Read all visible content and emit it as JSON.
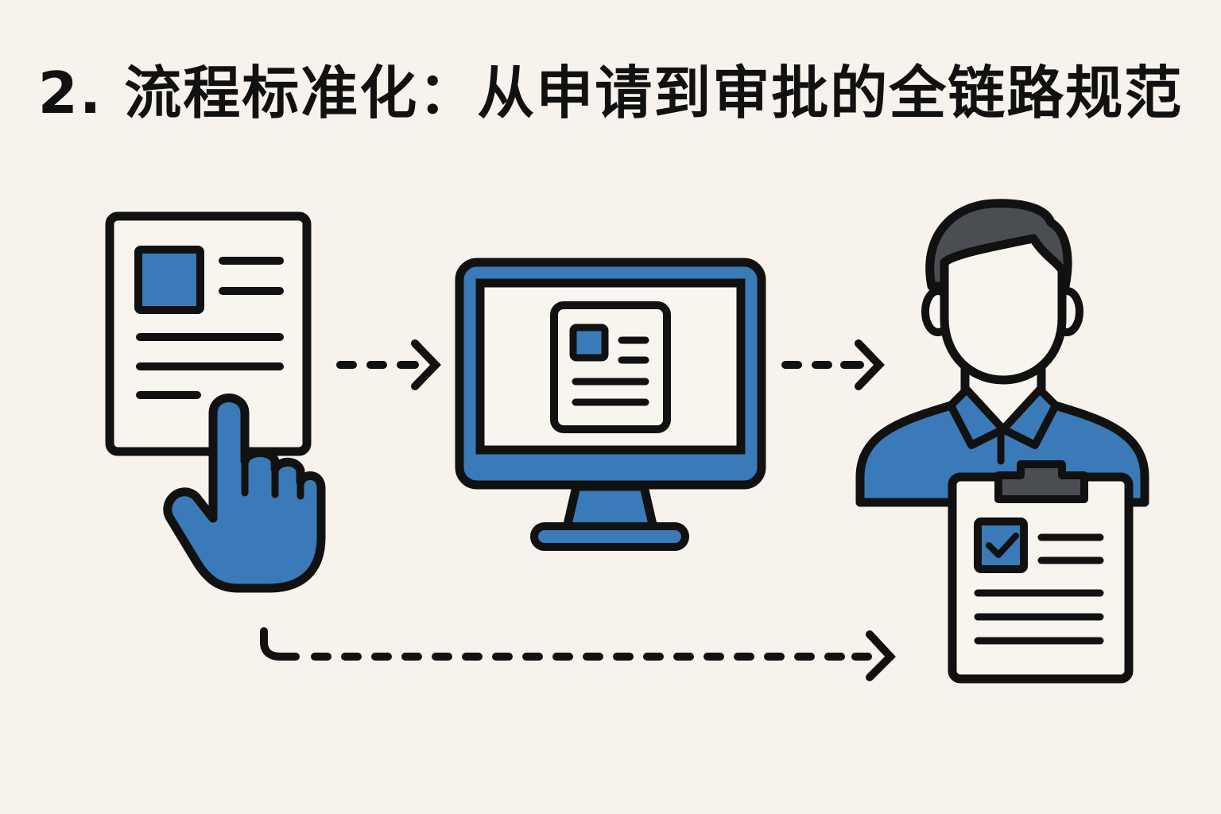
{
  "title": "2. 流程标准化：从申请到审批的全链路规范",
  "colors": {
    "background": "#f7f3ec",
    "outline": "#111111",
    "accent_blue": "#3a7ab8",
    "hair_gray": "#4a4d52",
    "paper": "#f8f5ef"
  },
  "diagram": {
    "steps": [
      {
        "id": "apply",
        "icon": "document-with-pointing-hand-icon",
        "meaning": "申请 (submit application)"
      },
      {
        "id": "system",
        "icon": "computer-monitor-with-form-icon",
        "meaning": "system processing"
      },
      {
        "id": "approve",
        "icon": "approver-person-with-checklist-clipboard-icon",
        "meaning": "审批 (approval)"
      }
    ],
    "connectors": [
      {
        "from": "apply",
        "to": "system",
        "style": "dashed-arrow"
      },
      {
        "from": "system",
        "to": "approve",
        "style": "dashed-arrow"
      },
      {
        "from": "apply",
        "to": "approve",
        "style": "dashed-elbow-arrow"
      }
    ]
  }
}
